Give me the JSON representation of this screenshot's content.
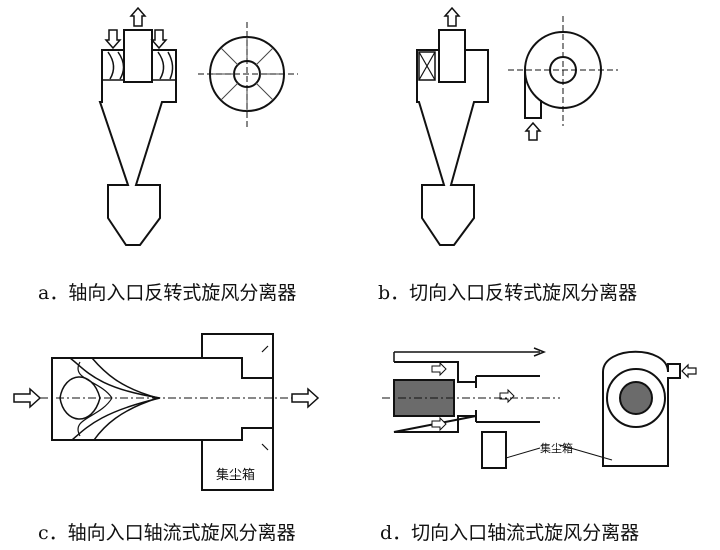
{
  "captions": {
    "a": "a．轴向入口反转式旋风分离器",
    "b": "b．切向入口反转式旋风分离器",
    "c": "c．轴向入口轴流式旋风分离器",
    "d": "d．切向入口轴流式旋风分离器"
  },
  "labels": {
    "dust_box_c": "集尘箱",
    "dust_box_d": "集尘箱"
  },
  "colors": {
    "line": "#111111",
    "fill_dark": "#6b6b6b",
    "background": "#ffffff"
  }
}
